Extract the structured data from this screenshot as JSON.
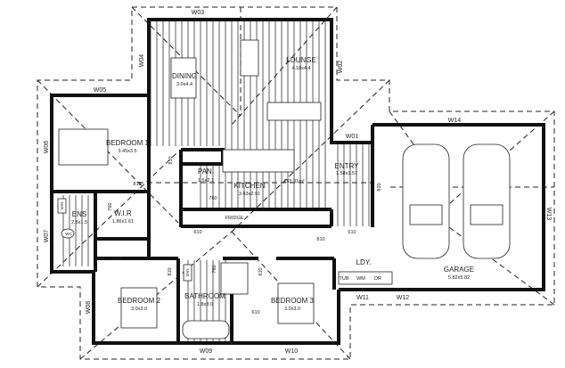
{
  "rooms": {
    "dining": {
      "name": "DINING",
      "size": "3.0x4.4"
    },
    "lounge": {
      "name": "LOUNGE",
      "size": "4.18x4.4"
    },
    "bedroom1": {
      "name": "BEDROOM 1",
      "size": "3.45x3.5"
    },
    "pantry": {
      "name": "PAN.",
      "size": "1.5x2.1"
    },
    "kitchen": {
      "name": "KITCHEN",
      "size": "3.63x2.91"
    },
    "area": "155.31m²",
    "entry": {
      "name": "ENTRY",
      "size": "1.58x1.57"
    },
    "ensuite": {
      "name": "ENS",
      "size": "2.8x1.5"
    },
    "wir": {
      "name": "W.I.R",
      "size": "1.86x1.61"
    },
    "bedroom2": {
      "name": "BEDROOM 2",
      "size": "3.0x3.0"
    },
    "bathroom": {
      "name": "BATHROOM",
      "size": "1.8x3.0"
    },
    "bedroom3": {
      "name": "BEDROOM 3",
      "size": "3.0x3.0"
    },
    "garage": {
      "name": "GARAGE",
      "size": "5.82x5.82"
    },
    "laundry": {
      "name": "LDY."
    }
  },
  "windows": [
    "W01",
    "W02",
    "W03",
    "W04",
    "W05",
    "W06",
    "W07",
    "W08",
    "W09",
    "W10",
    "W11",
    "W12",
    "W13",
    "W14"
  ],
  "doors": {
    "d810": "810",
    "d760": "760",
    "d610": "610"
  },
  "fixtures": {
    "fridge": "FRIDGE",
    "tub": "TUB",
    "wm": "WM",
    "dr": "DR",
    "wc": "WC",
    "van": "VAN"
  }
}
